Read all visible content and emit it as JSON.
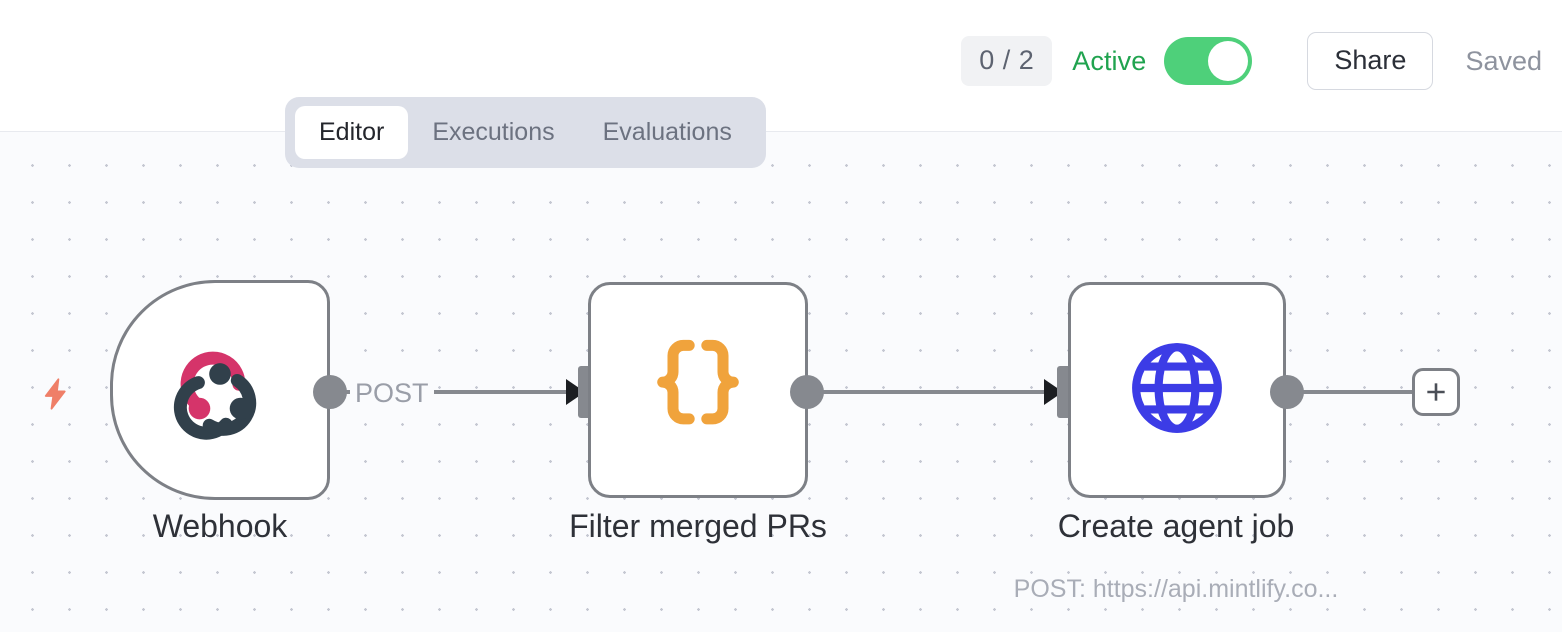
{
  "header": {
    "run_badge": "0 / 2",
    "active_label": "Active",
    "toggle_state": "on",
    "share_label": "Share",
    "saved_label": "Saved",
    "active_color": "#20a34f",
    "toggle_color": "#4ed07a"
  },
  "tabs": [
    {
      "label": "Editor",
      "active": true
    },
    {
      "label": "Executions",
      "active": false
    },
    {
      "label": "Evaluations",
      "active": false
    }
  ],
  "canvas": {
    "background": "#fafbfd",
    "dot_color": "#c5c8d2",
    "trigger_bolt_color": "#ef7f68"
  },
  "nodes": [
    {
      "id": "webhook",
      "label": "Webhook",
      "sublabel": "",
      "icon": "webhook-icon",
      "icon_colors": [
        "#d5346a",
        "#31404b"
      ],
      "type": "trigger"
    },
    {
      "id": "filter-merged-prs",
      "label": "Filter merged PRs",
      "sublabel": "",
      "icon": "code-braces-icon",
      "icon_colors": [
        "#f0a33c"
      ],
      "type": "action"
    },
    {
      "id": "create-agent-job",
      "label": "Create agent job",
      "sublabel": "POST: https://api.mintlify.co...",
      "icon": "globe-icon",
      "icon_colors": [
        "#3c3ce6"
      ],
      "type": "action"
    }
  ],
  "edges": [
    {
      "from": "webhook",
      "to": "filter-merged-prs",
      "label": "POST"
    },
    {
      "from": "filter-merged-prs",
      "to": "create-agent-job",
      "label": ""
    }
  ],
  "add_node_button": {
    "label": "+"
  }
}
